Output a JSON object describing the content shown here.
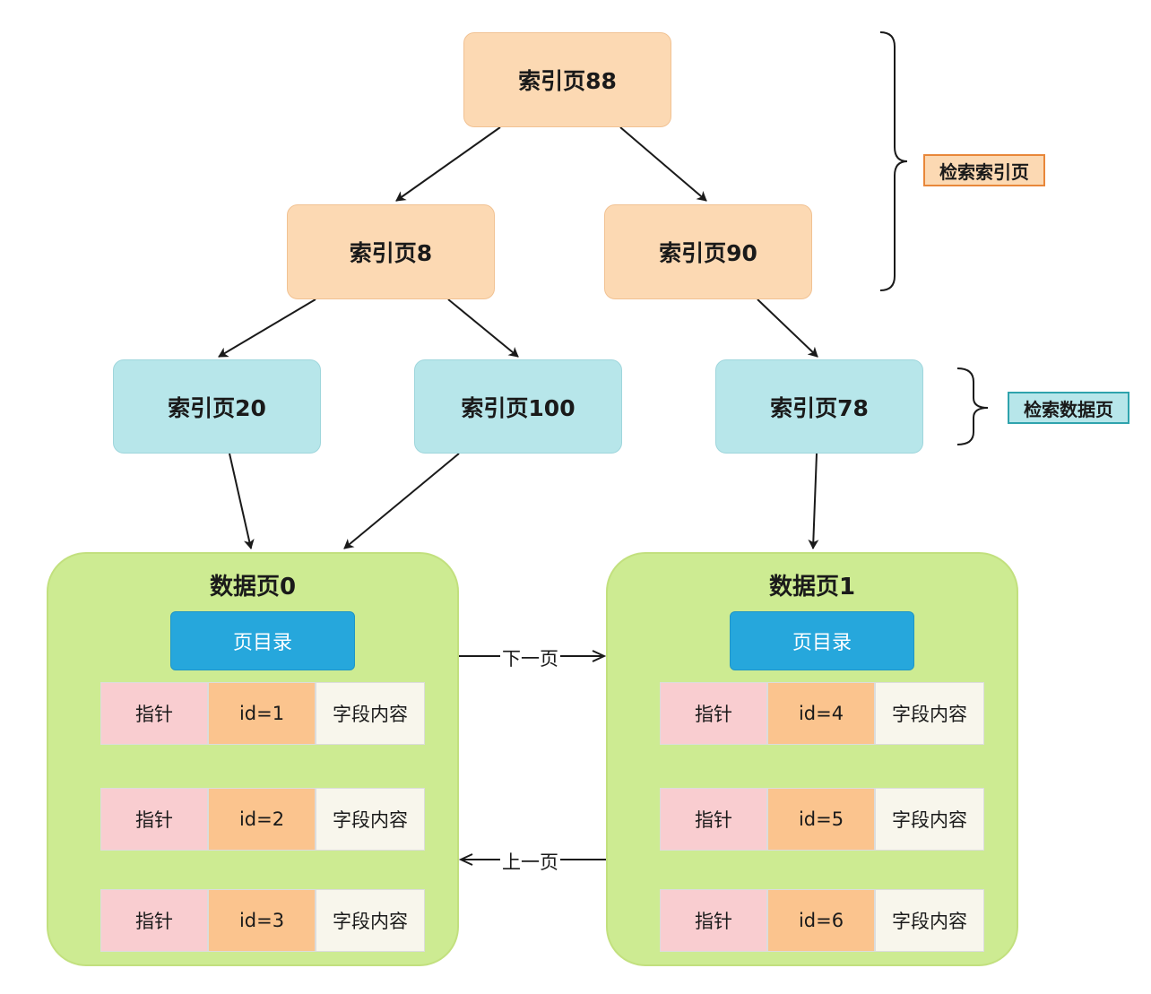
{
  "index_pages": {
    "root": "索引页88",
    "left": "索引页8",
    "right": "索引页90",
    "leaf_a": "索引页20",
    "leaf_b": "索引页100",
    "leaf_c": "索引页78"
  },
  "side_labels": {
    "search_index": "检索索引页",
    "search_data": "检索数据页"
  },
  "data_pages": [
    {
      "title": "数据页0",
      "directory": "页目录",
      "records": [
        {
          "pointer": "指针",
          "id": "id=1",
          "field": "字段内容"
        },
        {
          "pointer": "指针",
          "id": "id=2",
          "field": "字段内容"
        },
        {
          "pointer": "指针",
          "id": "id=3",
          "field": "字段内容"
        }
      ]
    },
    {
      "title": "数据页1",
      "directory": "页目录",
      "records": [
        {
          "pointer": "指针",
          "id": "id=4",
          "field": "字段内容"
        },
        {
          "pointer": "指针",
          "id": "id=5",
          "field": "字段内容"
        },
        {
          "pointer": "指针",
          "id": "id=6",
          "field": "字段内容"
        }
      ]
    }
  ],
  "links": {
    "next": "下一页",
    "prev": "上一页"
  }
}
